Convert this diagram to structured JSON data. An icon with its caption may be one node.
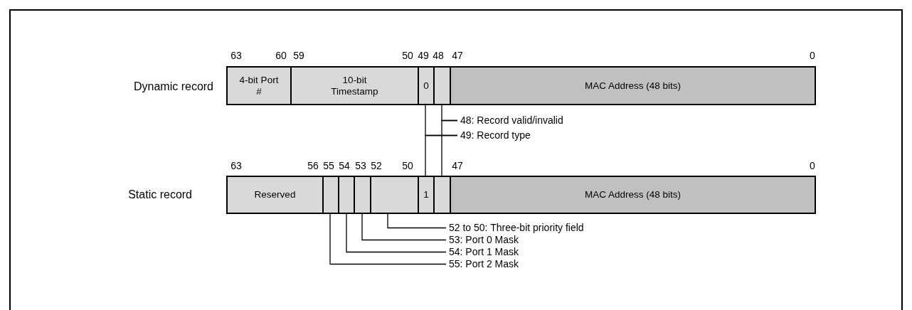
{
  "diagram": {
    "nodes": [
      {
        "text": [
          "4-bit Port #"
        ]
      },
      {
        "text": [
          "10-bit Timestamp"
        ]
      },
      {
        "text": [
          "0"
        ]
      },
      {
        "text": [],
        "shape": "box"
      },
      {
        "text": [
          "MAC Address (48 bits)"
        ]
      },
      {
        "text": [
          "48: Record valid/invalid"
        ]
      },
      {
        "text": [
          "49: Record type"
        ]
      },
      {
        "text": [
          "Reserved"
        ]
      },
      {
        "text": [],
        "shape": "box"
      },
      {
        "text": [],
        "shape": "box"
      },
      {
        "text": [],
        "shape": "box"
      },
      {
        "text": [],
        "shape": "box"
      },
      {
        "text": [
          "1"
        ]
      },
      {
        "text": [],
        "shape": "box"
      },
      {
        "text": [
          "MAC Address (48 bits)"
        ]
      },
      {
        "text": [
          "52 to 50: Three-bit priority field"
        ]
      },
      {
        "text": [
          "53: Port 0 Mask"
        ]
      },
      {
        "text": [
          "54: Port 1 Mask"
        ]
      },
      {
        "text": [
          "55: Port 2 Mask"
        ]
      }
    ],
    "edges": [
      {
        "from": 5,
        "to": 3,
        "arrow": "none"
      },
      {
        "from": 5,
        "to": 13,
        "arrow": "none"
      },
      {
        "from": 6,
        "to": 2,
        "arrow": "none"
      },
      {
        "from": 6,
        "to": 12,
        "arrow": "none"
      },
      {
        "from": 15,
        "to": 11,
        "arrow": "none"
      },
      {
        "from": 16,
        "to": 10,
        "arrow": "none"
      },
      {
        "from": 17,
        "to": 9,
        "arrow": "none"
      },
      {
        "from": 18,
        "to": 8,
        "arrow": "none"
      }
    ],
    "labels": [
      "63",
      "60",
      "59",
      "50",
      "49",
      "48",
      "47",
      "0",
      "Dynamic record",
      "63",
      "56",
      "55",
      "54",
      "53",
      "52",
      "50",
      "47",
      "0",
      "Static record"
    ]
  }
}
